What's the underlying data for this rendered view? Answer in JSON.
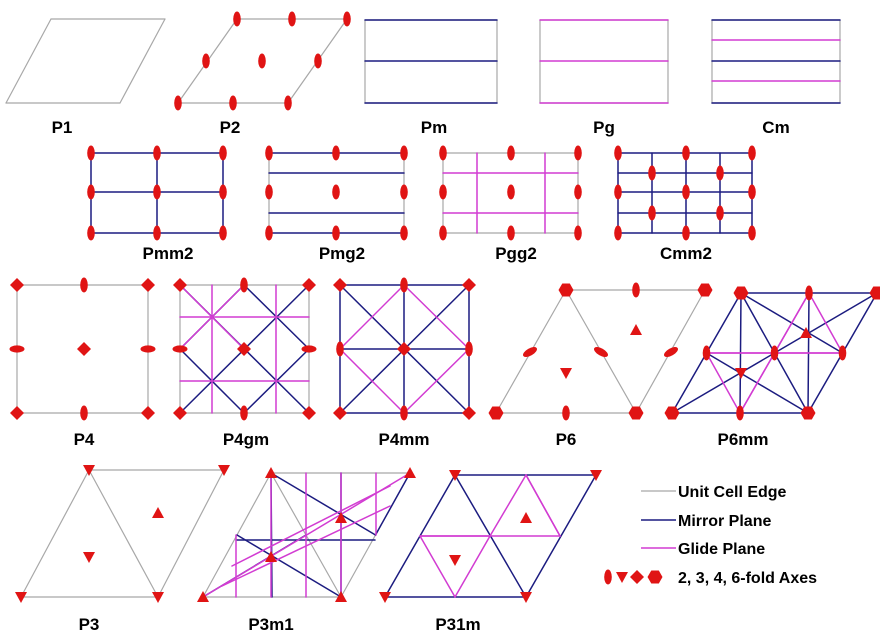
{
  "colors": {
    "cell_edge": "#a8a8a8",
    "mirror": "#1c1c80",
    "glide": "#d23cd2",
    "axis": "#e01414",
    "label": "#000000",
    "background": "#ffffff"
  },
  "groups": [
    {
      "id": "p1",
      "label": "P1"
    },
    {
      "id": "p2",
      "label": "P2"
    },
    {
      "id": "pm",
      "label": "Pm"
    },
    {
      "id": "pg",
      "label": "Pg"
    },
    {
      "id": "cm",
      "label": "Cm"
    },
    {
      "id": "pmm2",
      "label": "Pmm2"
    },
    {
      "id": "pmg2",
      "label": "Pmg2"
    },
    {
      "id": "pgg2",
      "label": "Pgg2"
    },
    {
      "id": "cmm2",
      "label": "Cmm2"
    },
    {
      "id": "p4",
      "label": "P4"
    },
    {
      "id": "p4gm",
      "label": "P4gm"
    },
    {
      "id": "p4mm",
      "label": "P4mm"
    },
    {
      "id": "p6",
      "label": "P6"
    },
    {
      "id": "p6mm",
      "label": "P6mm"
    },
    {
      "id": "p3",
      "label": "P3"
    },
    {
      "id": "p3m1",
      "label": "P3m1"
    },
    {
      "id": "p31m",
      "label": "P31m"
    }
  ],
  "legend": {
    "unit_cell_edge": "Unit Cell Edge",
    "mirror_plane": "Mirror Plane",
    "glide_plane": "Glide Plane",
    "axes": "2, 3, 4, 6-fold Axes"
  }
}
